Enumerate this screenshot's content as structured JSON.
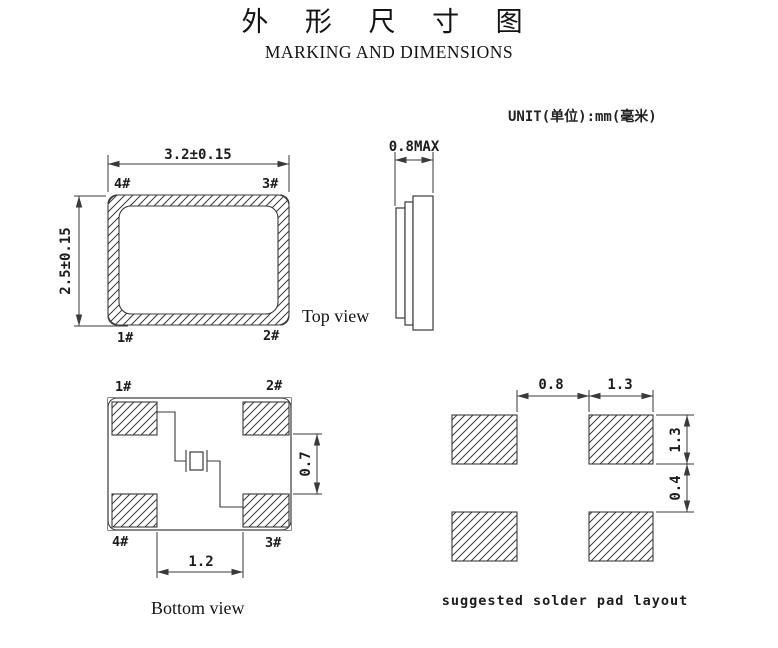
{
  "header": {
    "title": "外 形 尺 寸 图",
    "subtitle": "MARKING AND DIMENSIONS",
    "unit_note": "UNIT(单位):mm(毫米)"
  },
  "top_view": {
    "label": "Top view",
    "dim_width": "3.2±0.15",
    "dim_height": "2.5±0.15",
    "pins": {
      "top_left": "4#",
      "top_right": "3#",
      "bottom_left": "1#",
      "bottom_right": "2#"
    }
  },
  "side_view": {
    "dim_thickness": "0.8MAX"
  },
  "bottom_view": {
    "label": "Bottom view",
    "dim_vertical": "0.7",
    "dim_horizontal": "1.2",
    "pins": {
      "top_left": "1#",
      "top_right": "2#",
      "bottom_left": "4#",
      "bottom_right": "3#"
    }
  },
  "pad_layout": {
    "caption": "suggested solder pad layout",
    "dims": {
      "gap_h": "0.8",
      "pad_w": "1.3",
      "pad_h": "1.3",
      "gap_v": "0.4"
    }
  },
  "colors": {
    "line": "#3a3a3a",
    "text": "#1c1c1c",
    "background": "#ffffff"
  }
}
